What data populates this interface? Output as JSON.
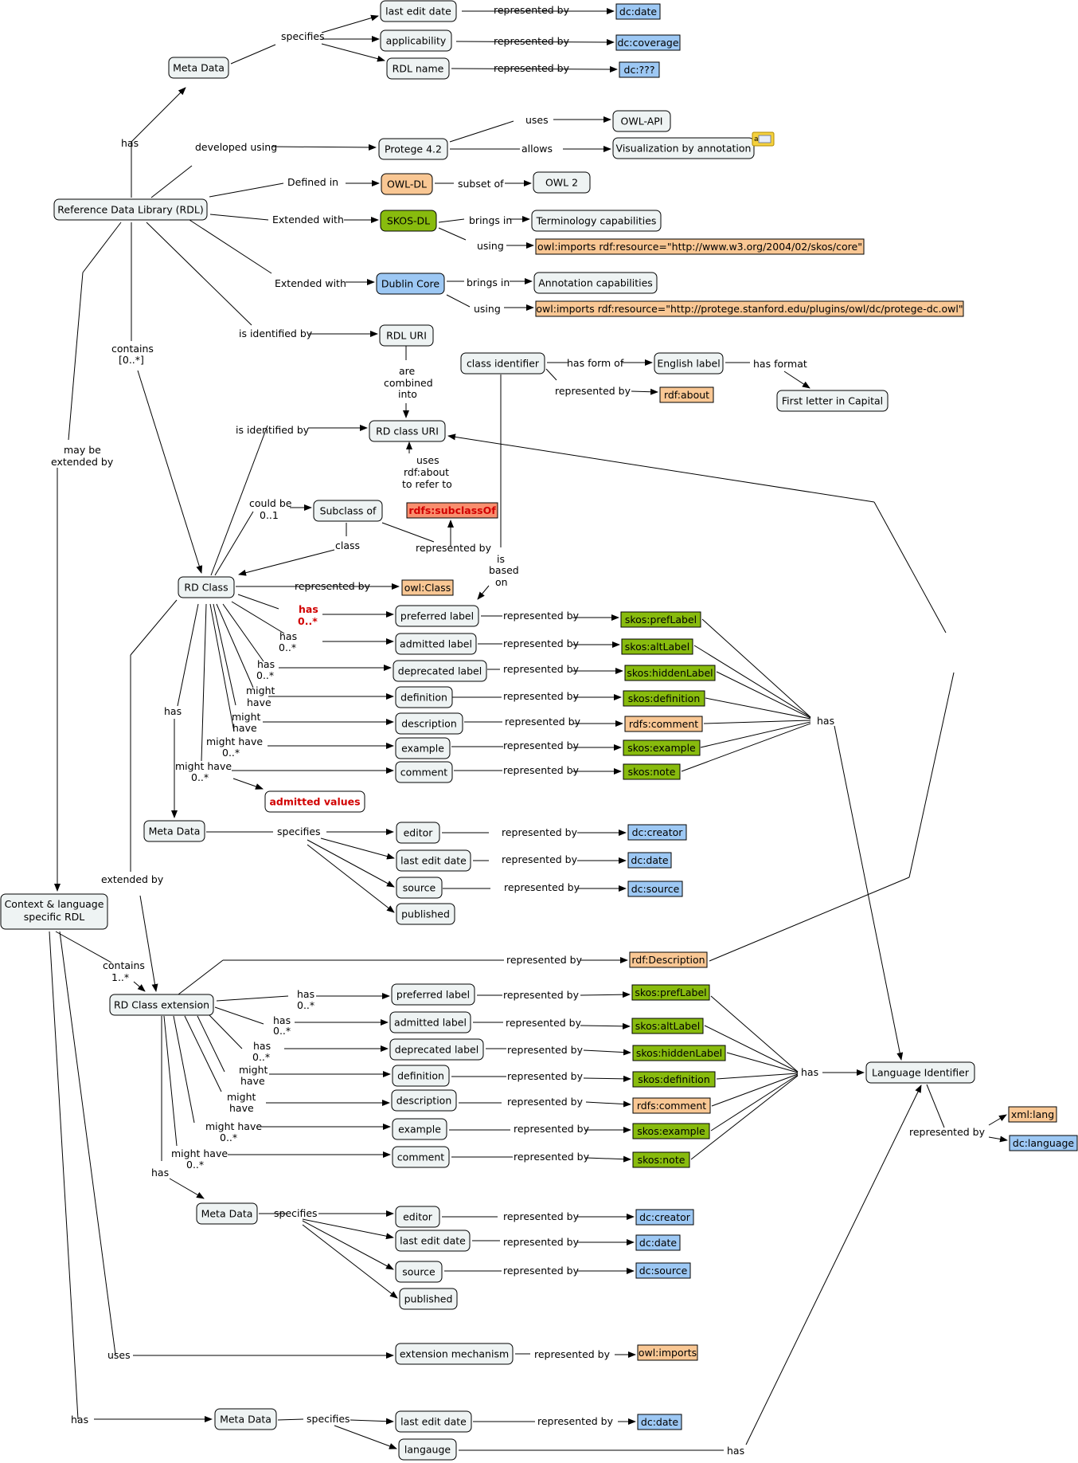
{
  "nodes": {
    "meta1": "Meta Data",
    "last_edit1": "last edit date",
    "applicability": "applicability",
    "rdl_name": "RDL name",
    "dc_date1": "dc:date",
    "dc_coverage": "dc:coverage",
    "dc_qqq": "dc:???",
    "protege": "Protege 4.2",
    "owlapi": "OWL-API",
    "vis": "Visualization by annotation",
    "rdl": "Reference Data Library (RDL)",
    "owldl": "OWL-DL",
    "owl2": "OWL 2",
    "skosdl": "SKOS-DL",
    "term": "Terminology capabilities",
    "skos_core": "owl:imports rdf:resource=\"http://www.w3.org/2004/02/skos/core\"",
    "dublin": "Dublin Core",
    "annot": "Annotation capabilities",
    "dc_owl": "owl:imports rdf:resource=\"http://protege.stanford.edu/plugins/owl/dc/protege-dc.owl\"",
    "rdl_uri": "RDL URI",
    "class_id": "class identifier",
    "eng_label": "English label",
    "first_letter": "First letter in Capital",
    "rdf_about": "rdf:about",
    "rd_class_uri": "RD class URI",
    "subclass_of": "Subclass of",
    "rdfs_subclassof": "rdfs:subclassOf",
    "rd_class": "RD Class",
    "owl_class": "owl:Class",
    "pref1": "preferred label",
    "adm1": "admitted label",
    "dep1": "deprecated label",
    "def1": "definition",
    "desc1": "description",
    "ex1": "example",
    "com1": "comment",
    "skos_pref1": "skos:prefLabel",
    "skos_alt1": "skos:altLabel",
    "skos_hidden1": "skos:hiddenLabel",
    "skos_def1": "skos:definition",
    "rdfs_comment1": "rdfs:comment",
    "skos_ex1": "skos:example",
    "skos_note1": "skos:note",
    "admitted_values": "admitted values",
    "meta2": "Meta Data",
    "editor1": "editor",
    "last_edit2": "last edit date",
    "source1": "source",
    "published1": "published",
    "dc_creator1": "dc:creator",
    "dc_date2": "dc:date",
    "dc_source1": "dc:source",
    "ctx": "Context & language specific RDL",
    "rdf_desc": "rdf:Description",
    "rd_ext": "RD Class extension",
    "pref2": "preferred label",
    "adm2": "admitted label",
    "dep2": "deprecated label",
    "def2": "definition",
    "desc2": "description",
    "ex2": "example",
    "com2": "comment",
    "skos_pref2": "skos:prefLabel",
    "skos_alt2": "skos:altLabel",
    "skos_hidden2": "skos:hiddenLabel",
    "skos_def2": "skos:definition",
    "rdfs_comment2": "rdfs:comment",
    "skos_ex2": "skos:example",
    "skos_note2": "skos:note",
    "lang_id": "Language Identifier",
    "xml_lang": "xml:lang",
    "dc_language": "dc:language",
    "meta3": "Meta Data",
    "editor2": "editor",
    "last_edit3": "last edit date",
    "source2": "source",
    "published2": "published",
    "dc_creator2": "dc:creator",
    "dc_date3": "dc:date",
    "dc_source2": "dc:source",
    "ext_mech": "extension mechanism",
    "owl_imports": "owl:imports",
    "meta4": "Meta Data",
    "last_edit4": "last edit date",
    "langauge": "langauge",
    "dc_date4": "dc:date"
  },
  "labels": {
    "specifies": "specifies",
    "represented_by": "represented by",
    "has": "has",
    "developed_using": "developed using",
    "uses": "uses",
    "allows": "allows",
    "defined_in": "Defined in",
    "subset_of": "subset of",
    "extended_with": "Extended with",
    "brings_in": "brings in",
    "using": "using",
    "is_identified_by": "is identified by",
    "contains": "contains",
    "contains_mult": "[0..*]",
    "are": "are",
    "combined": "combined",
    "into": "into",
    "has_form_of": "has form of",
    "has_format": "has format",
    "may_be": "may be",
    "extended_by": "extended by",
    "uses_l1": "uses",
    "uses_l2": "rdf:about",
    "uses_l3": "to refer to",
    "could_be": "could be",
    "m01": "0..1",
    "class": "class",
    "is": "is",
    "based": "based",
    "on": "on",
    "m0n": "0..*",
    "might": "might",
    "have": "have",
    "might_have": "might have",
    "extended_by2": "extended by",
    "contains2": "contains",
    "m1n": "1..*"
  },
  "colors": {
    "node_fill": "#eef3f3",
    "ext_border": "#2a3a9a",
    "orange": "#f9c794",
    "green": "#88bb0e",
    "blue": "#9dc8f4",
    "red_fill": "#f98e6e",
    "red_text": "#d10000",
    "note_icon": "#f5d13d"
  },
  "icons": {
    "annotation": "note-icon"
  }
}
